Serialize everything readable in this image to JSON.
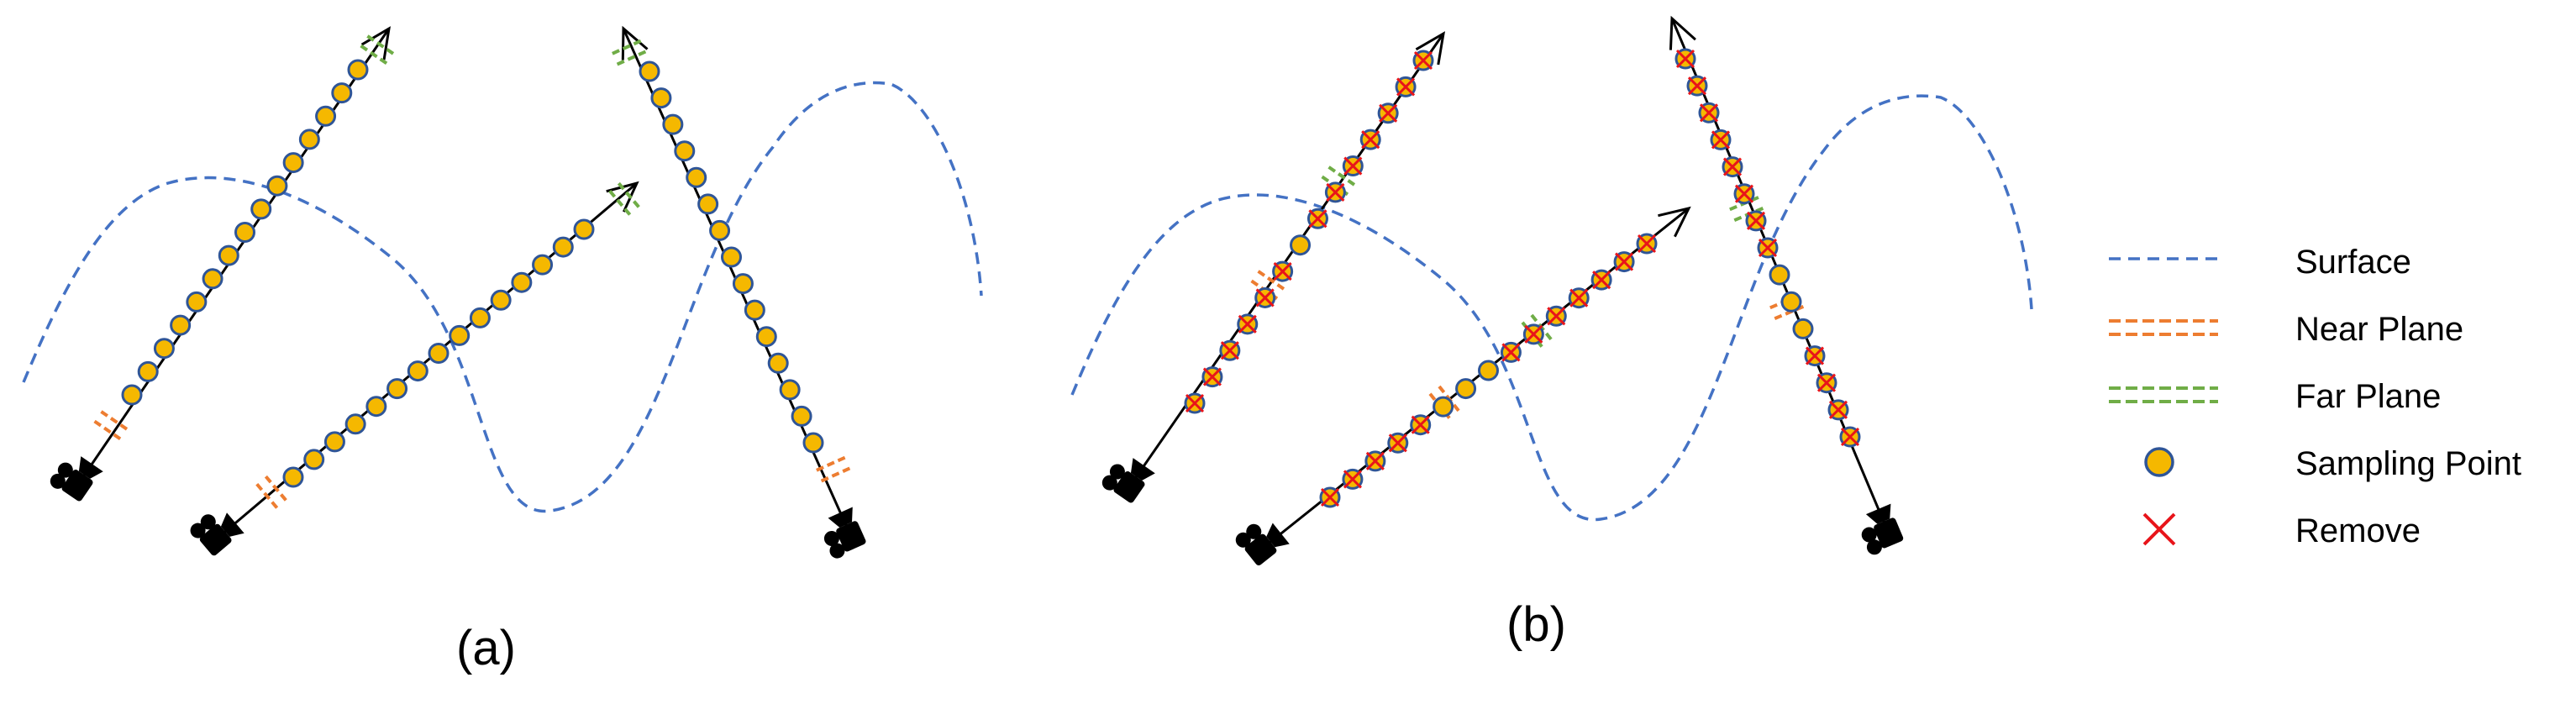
{
  "panels": [
    {
      "caption": "(a)"
    },
    {
      "caption": "(b)"
    }
  ],
  "legend": {
    "items": [
      {
        "label": "Surface",
        "style": "surface"
      },
      {
        "label": "Near Plane",
        "style": "near-plane"
      },
      {
        "label": "Far Plane",
        "style": "far-plane"
      },
      {
        "label": "Sampling Point",
        "style": "sampling-point"
      },
      {
        "label": "Remove",
        "style": "remove"
      }
    ]
  },
  "colors": {
    "surface": "#4472c4",
    "near_plane": "#ed7d31",
    "far_plane": "#70ad47",
    "sampling_point_fill": "#f5b800",
    "sampling_point_stroke": "#2f5597",
    "remove": "#e8141a",
    "ray": "#000000"
  },
  "icons": {
    "camera": "camera-icon",
    "arrow": "arrow-head-icon"
  }
}
